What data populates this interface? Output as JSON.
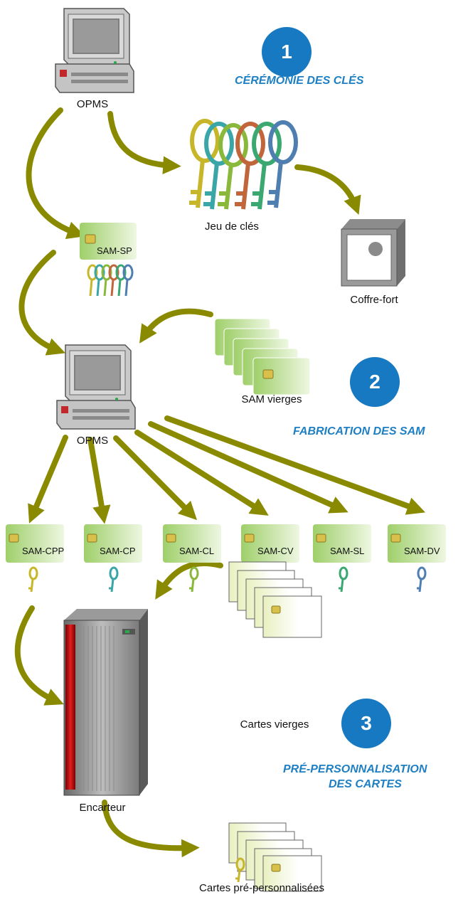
{
  "steps": [
    {
      "number": "1",
      "title": "CÉRÉMONIE DES CLÉS"
    },
    {
      "number": "2",
      "title": "FABRICATION DES SAM"
    },
    {
      "number": "3",
      "title_line1": "PRÉ-PERSONNALISATION",
      "title_line2": "DES CARTES"
    }
  ],
  "nodes": {
    "opms_top": "OPMS",
    "keyset": "Jeu de clés",
    "safe": "Coffre-fort",
    "sam_sp": "SAM-SP",
    "blank_sams": "SAM vierges",
    "opms_mid": "OPMS",
    "encoder": "Encarteur",
    "blank_cards": "Cartes vierges",
    "preperso_cards": "Cartes pré-personnalisées"
  },
  "sams": [
    "SAM-CPP",
    "SAM-CP",
    "SAM-CL",
    "SAM-CV",
    "SAM-SL",
    "SAM-DV"
  ],
  "colors": {
    "arrow": "#8a8a00",
    "accent": "#1679c2",
    "card_green": "#b7d98a",
    "keys": [
      "#c8b62a",
      "#3aa6a8",
      "#8ab83a",
      "#c0663a",
      "#3aa870",
      "#4e7fb0"
    ]
  }
}
